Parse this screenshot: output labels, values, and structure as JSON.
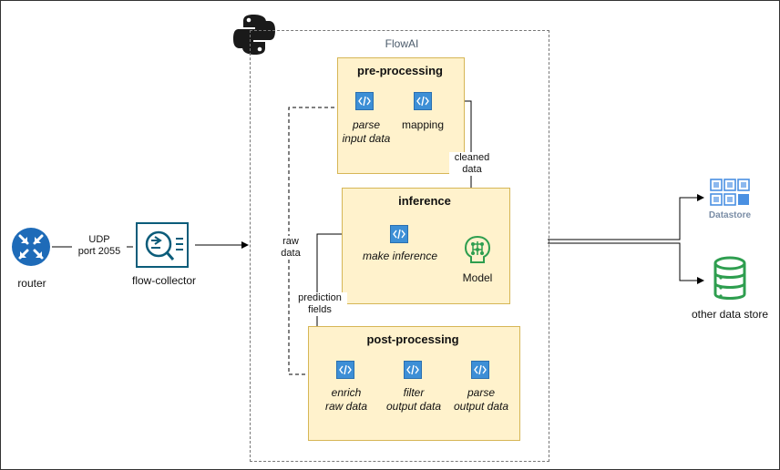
{
  "colors": {
    "group_fill": "#fff2cc",
    "group_border": "#d6b656",
    "router_blue": "#1e6bb8",
    "collector_teal": "#0b5c7a",
    "code_icon_blue": "#3d8fd6",
    "model_green": "#2e9e4f",
    "datastore_blue": "#4a90e2",
    "other_store_green": "#2e9e4f",
    "python_dark": "#1a1a1a"
  },
  "icons": {
    "router": "router-icon",
    "collector": "flow-collector-icon",
    "python": "python-logo-icon",
    "code": "code-block-icon",
    "model": "ai-model-icon",
    "datastore": "datastore-grid-icon",
    "other_store": "database-cylinder-icon"
  },
  "nodes": {
    "router": "router",
    "udp_label": "UDP\nport 2055",
    "flow_collector": "flow-collector",
    "flowai": "FlowAI",
    "datastore": "Datastore",
    "other_store": "other data store"
  },
  "preprocessing": {
    "title": "pre-processing",
    "parse": "parse\ninput data",
    "mapping": "mapping"
  },
  "inference": {
    "title": "inference",
    "make": "make inference",
    "model": "Model"
  },
  "postprocessing": {
    "title": "post-processing",
    "enrich": "enrich\nraw data",
    "filter": "filter\noutput data",
    "parse": "parse\noutput data"
  },
  "edge_labels": {
    "cleaned": "cleaned\ndata",
    "raw": "raw\ndata",
    "prediction": "prediction\nfields"
  }
}
